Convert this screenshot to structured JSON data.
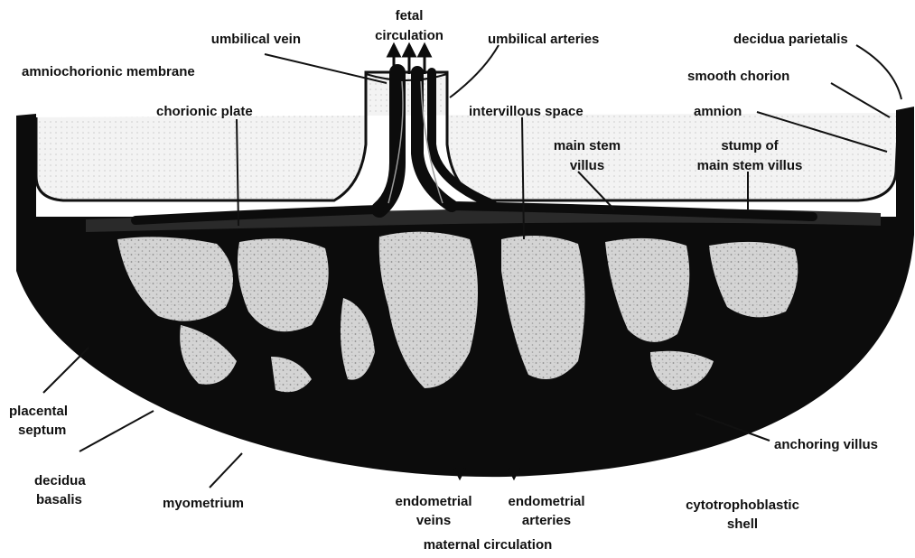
{
  "diagram": {
    "labels": {
      "fetal_circulation_1": "fetal",
      "fetal_circulation_2": "circulation",
      "umbilical_vein": "umbilical vein",
      "umbilical_arteries": "umbilical arteries",
      "decidua_parietalis": "decidua parietalis",
      "amniochorionic_membrane": "amniochorionic membrane",
      "smooth_chorion": "smooth chorion",
      "chorionic_plate": "chorionic plate",
      "intervillous_space": "intervillous space",
      "amnion": "amnion",
      "main_stem_villus_1": "main stem",
      "main_stem_villus_2": "villus",
      "stump_1": "stump of",
      "stump_2": "main stem villus",
      "placental_septum_1": "placental",
      "placental_septum_2": "septum",
      "decidua_basalis_1": "decidua",
      "decidua_basalis_2": "basalis",
      "myometrium": "myometrium",
      "endometrial_veins_1": "endometrial",
      "endometrial_veins_2": "veins",
      "endometrial_arteries_1": "endometrial",
      "endometrial_arteries_2": "arteries",
      "maternal_circulation": "maternal circulation",
      "cytotrophoblastic_shell_1": "cytotrophoblastic",
      "cytotrophoblastic_shell_2": "shell",
      "anchoring_villus": "anchoring villus"
    },
    "colors": {
      "tissue": "#0c0c0c",
      "intervillous": "#d2d2d2",
      "background": "#ffffff",
      "ink": "#111111"
    }
  }
}
